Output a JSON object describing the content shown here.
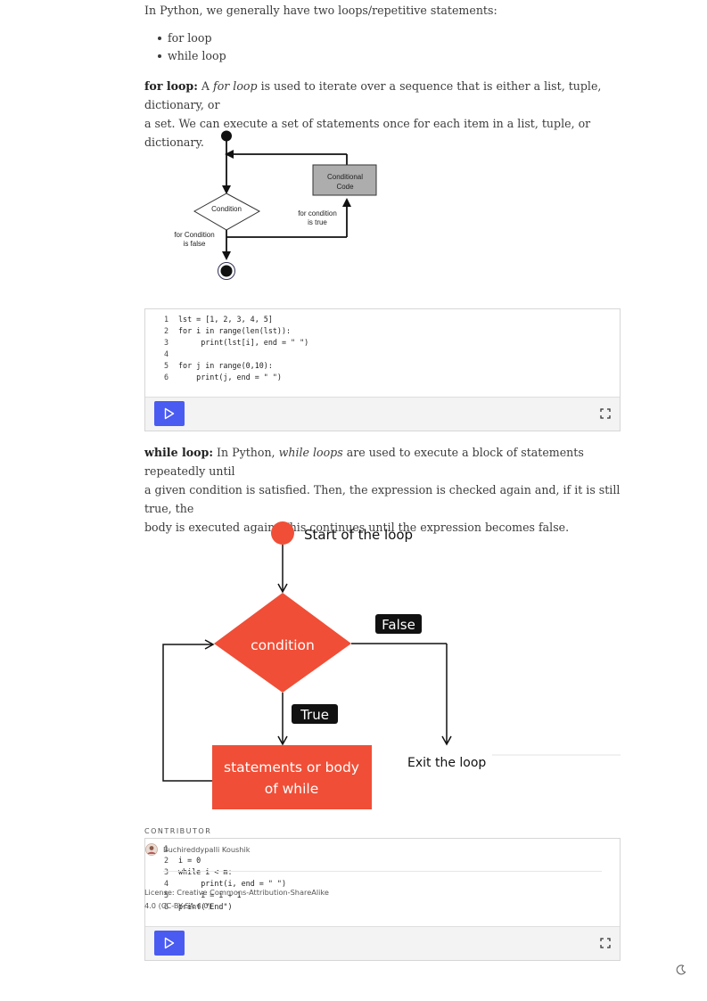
{
  "intro": {
    "text": "In Python, we generally have two loops/repetitive statements:",
    "items": [
      "for loop",
      "while loop"
    ]
  },
  "for_para": {
    "term": "for loop:",
    "a": "A",
    "em": "for loop",
    "rest1": " is used to iterate over a sequence that is either a list, tuple, dictionary, or",
    "rest2": "a set. We can execute a set of statements once for each item in a list, tuple, or dictionary."
  },
  "for_diagram": {
    "conditional_code_line1": "Conditional",
    "conditional_code_line2": "Code",
    "condition": "Condition",
    "true_line1": "for condition",
    "true_line2": "is true",
    "false_line1": "for Condition",
    "false_line2": "is false"
  },
  "code1": {
    "lines": [
      {
        "n": "1",
        "code": "lst = [1, 2, 3, 4, 5]"
      },
      {
        "n": "2",
        "code": "for i in range(len(lst)):"
      },
      {
        "n": "3",
        "code": "     print(lst[i], end = \" \")"
      },
      {
        "n": "4",
        "code": ""
      },
      {
        "n": "5",
        "code": "for j in range(0,10):"
      },
      {
        "n": "6",
        "code": "    print(j, end = \" \")"
      }
    ]
  },
  "while_para": {
    "term": "while loop:",
    "pre": " In Python, ",
    "em": "while loops",
    "rest1": " are used to execute a block of statements repeatedly until",
    "line2": "a given condition is satisfied. Then, the expression is checked again and, if it is still true, the",
    "line3": "body is executed again. This continues until the expression becomes false."
  },
  "while_diagram": {
    "start": "Start of the loop",
    "condition": "condition",
    "false_label": "False",
    "true_label": "True",
    "body_line1": "statements or body",
    "body_line2": "of while",
    "exit": "Exit the loop",
    "accent": "#f04e37"
  },
  "contributor": {
    "label": "CONTRIBUTOR",
    "name": "Buchireddypalli Koushik",
    "license_line1": "License: Creative Commons-Attribution-ShareAlike",
    "license_line2": "4.0 (CC-BY-SA 4.0)"
  },
  "code2": {
    "lines": [
      {
        "n": "1",
        "code": ""
      },
      {
        "n": "2",
        "code": "i = 0"
      },
      {
        "n": "3",
        "code": "while i < m:"
      },
      {
        "n": "4",
        "code": "     print(i, end = \" \")"
      },
      {
        "n": "5",
        "code": "     i = i + 1"
      },
      {
        "n": "6",
        "code": "print(\"End\")"
      }
    ]
  },
  "colors": {
    "run_button": "#4a5bf2",
    "accent": "#f04e37"
  }
}
